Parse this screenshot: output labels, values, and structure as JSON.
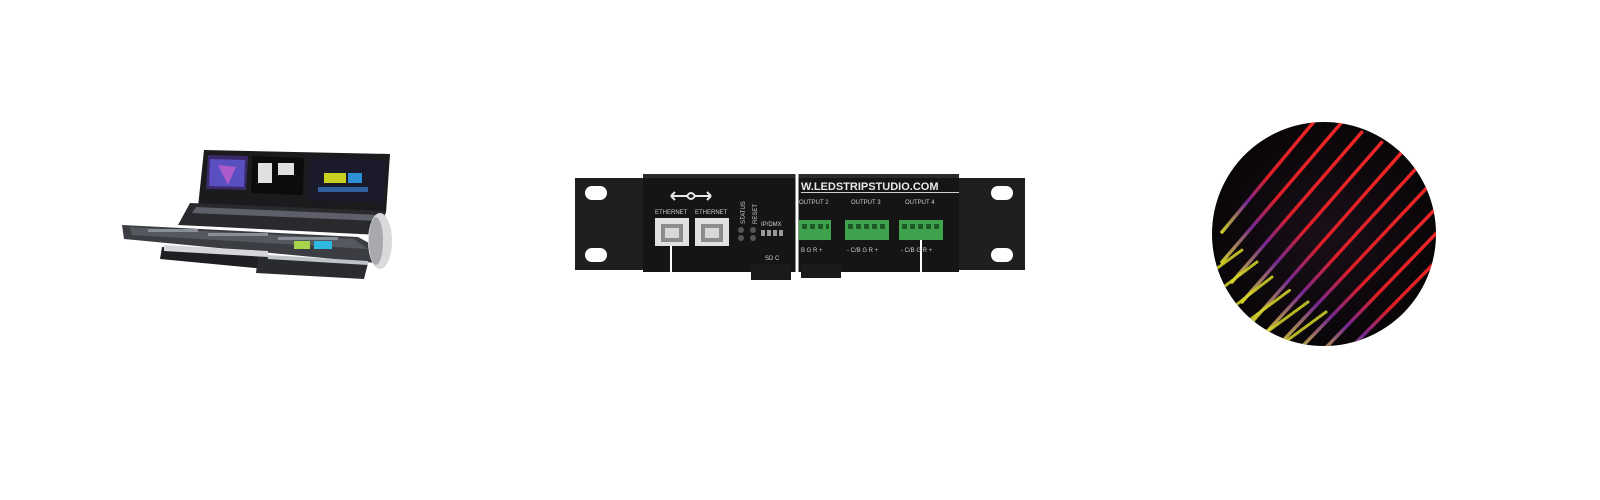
{
  "products": {
    "console": {
      "icon": "lighting-console-image"
    },
    "controller": {
      "icon": "led-controller-image",
      "website": "W.LEDSTRIPSTUDIO.COM",
      "ethernet_1": "ETHERNET",
      "ethernet_2": "ETHERNET",
      "status": "STATUS",
      "reset": "RESET",
      "dmx": "IP/DMX",
      "sd": "SD C",
      "output_2": "OUTPUT 2",
      "output_3": "OUTPUT 3",
      "output_4": "OUTPUT 4",
      "pin_2": "B G R +",
      "pin_3": "- C/B G R +",
      "pin_4": "- C/B G R +"
    },
    "led_strip": {
      "icon": "led-strip-image"
    }
  },
  "colors": {
    "background": "#ffffff",
    "rack_body": "#1a1a1a",
    "terminal_green": "#3fa34d",
    "led_red": "#e8202a",
    "led_yellow": "#d6d62a"
  }
}
